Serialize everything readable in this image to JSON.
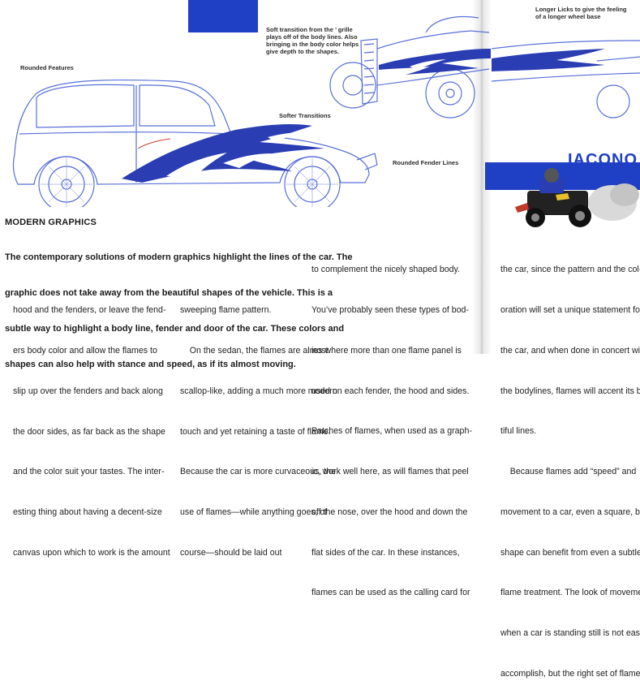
{
  "callouts": {
    "transition": [
      "Soft transition from the ’ grille",
      "plays off of the body lines. Also",
      "bringing in the body color helps",
      "give depth to the shapes."
    ],
    "licks": [
      "Longer Licks to give the feeling",
      "of a longer wheel base"
    ],
    "rounded_features": "Rounded Features",
    "softer_transitions": "Softer Transitions",
    "fender_lines": "Rounded Fender Lines"
  },
  "logo": "IACONO",
  "section": {
    "heading": "MODERN GRAPHICS",
    "intro": [
      "The contemporary solutions of modern graphics highlight the lines of the car. The",
      "graphic does not take away from the beautiful shapes of the vehicle. This is a",
      "subtle way to highlight a body line, fender and door of the car. These colors and",
      "shapes can also help with stance and speed, as if its almost moving."
    ]
  },
  "columns": {
    "col1": [
      "hood and the fenders, or leave the fend-",
      "ers body color and allow the flames to",
      "slip up over the fenders and back along",
      "the door sides, as far back as the shape",
      "and the color suit your tastes. The inter-",
      "esting thing about having a decent-size",
      "canvas upon which to work is the amount"
    ],
    "col2": [
      "sweeping flame pattern.",
      "    On the sedan, the flames are almost",
      "scallop-like, adding a much more modern",
      "touch and yet retaining a taste of flame.",
      "Because the car is more curvaceous, the",
      "use of flames—while anything goes, of",
      "course—should be laid out"
    ],
    "col3": [
      "to complement the nicely shaped body.",
      "You’ve probably seen these types of bod-",
      "ies where more than one flame panel is",
      "used on each fender, the hood and sides.",
      "Patches of flames, when used as a graph-",
      "ic, work well here, as will flames that peel",
      "off the nose, over the hood and down the",
      "flat sides of the car. In these instances,",
      "flames can be used as the calling card for"
    ],
    "col4": [
      "the car, since the pattern and the col-",
      "oration will set a unique statement for",
      "the car, and when done in concert with",
      "the bodylines, flames will accent its beau-",
      "tiful lines.",
      "    Because flames add “speed” and",
      "movement to a car, even a square, boxy",
      "shape can benefit from even a subtle",
      "flame treatment. The look of movement",
      "when a car is standing still is not easy to",
      "accomplish, but the right set of flames"
    ]
  },
  "colors": {
    "accent": "#1f3fc4",
    "line": "#5870d8",
    "text": "#1a1a1a"
  }
}
